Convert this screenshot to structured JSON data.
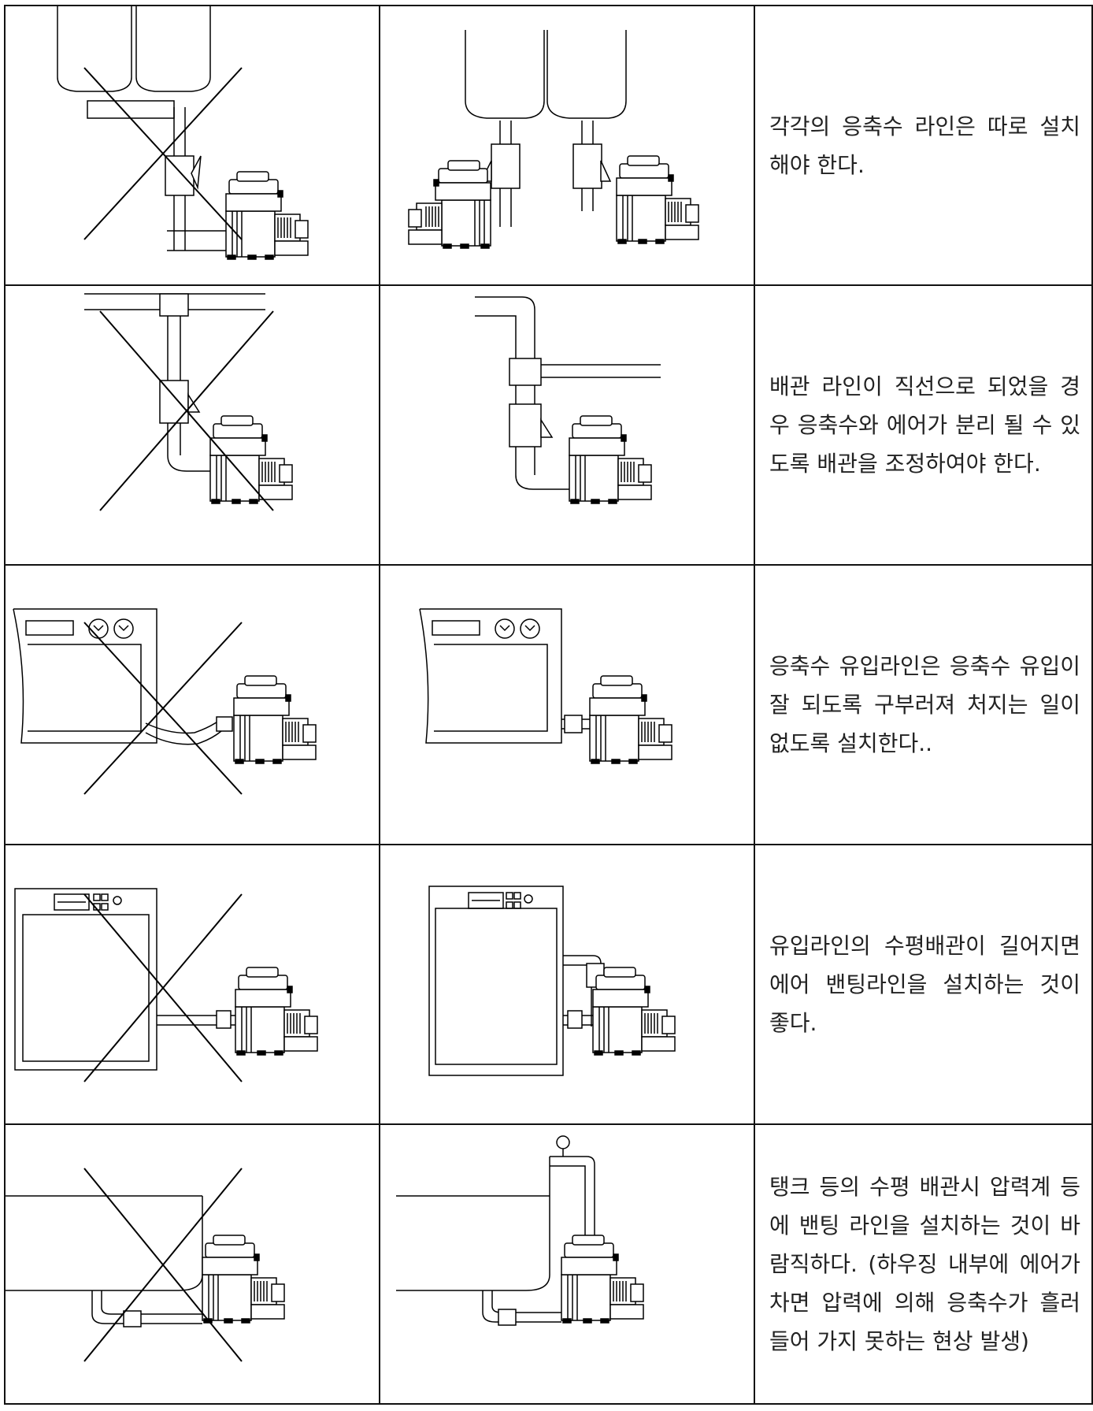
{
  "rows": [
    {
      "text": "각각의 응축수 라인은 따로 설치 해야 한다.",
      "wrong_icon": "cross-mark-icon",
      "right_icon": "correct-installation-figure"
    },
    {
      "text": "배관 라인이 직선으로 되었을 경우 응축수와 에어가 분리 될 수 있도록 배관을 조정하여야 한다.",
      "wrong_icon": "cross-mark-icon",
      "right_icon": "correct-installation-figure"
    },
    {
      "text": "응축수 유입라인은 응축수 유입이 잘 되도록 구부러져 처지는 일이 없도록 설치한다..",
      "wrong_icon": "cross-mark-icon",
      "right_icon": "correct-installation-figure"
    },
    {
      "text": "유입라인의 수평배관이 길어지면 에어 밴팅라인을 설치하는 것이 좋다.",
      "wrong_icon": "cross-mark-icon",
      "right_icon": "correct-installation-figure"
    },
    {
      "text": "탱크 등의 수평 배관시 압력계 등에 밴팅 라인을 설치하는 것이 바람직하다. (하우징 내부에 에어가 차면 압력에 의해 응축수가 흘러 들어 가지 못하는 현상 발생)",
      "wrong_icon": "cross-mark-icon",
      "right_icon": "correct-installation-figure"
    }
  ]
}
